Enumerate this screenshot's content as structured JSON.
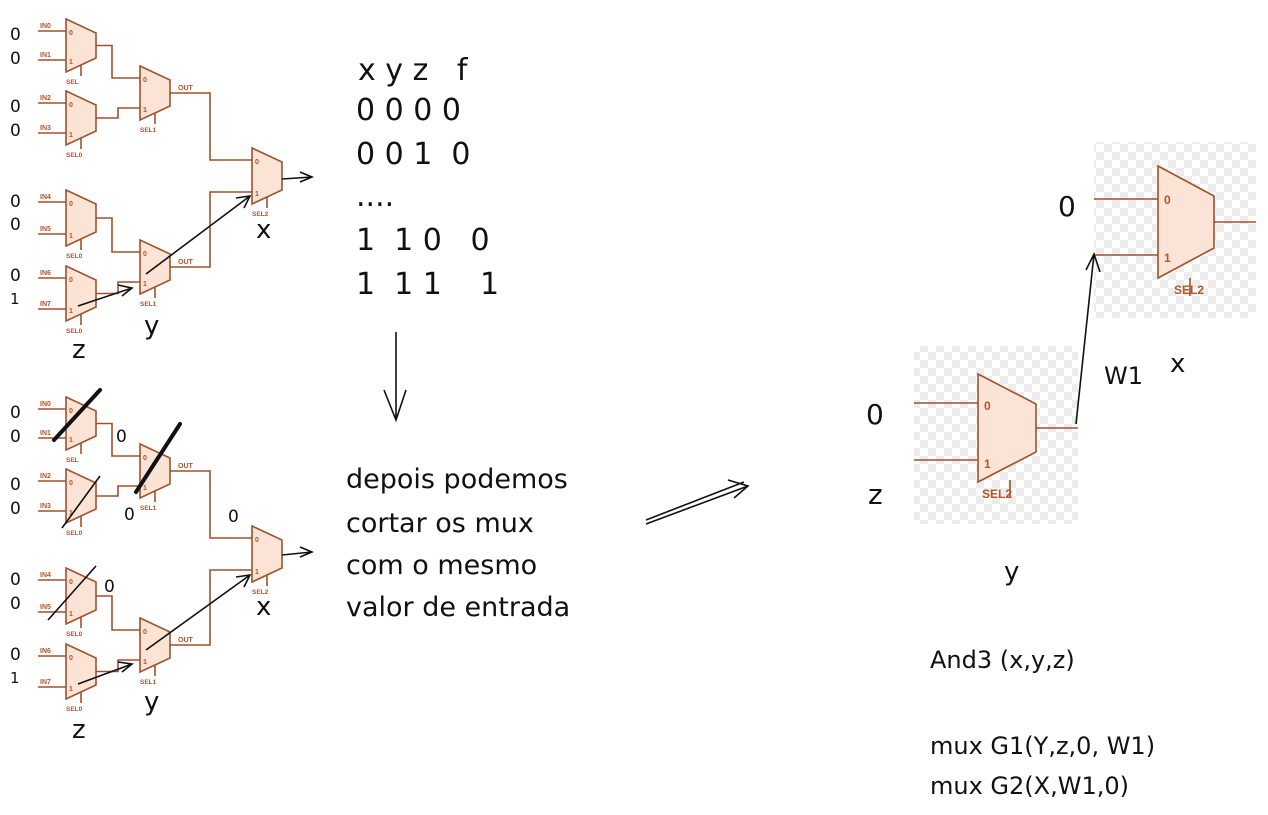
{
  "muxTree": {
    "inputs": [
      "IN0",
      "IN1",
      "IN2",
      "IN3",
      "IN4",
      "IN5",
      "IN6",
      "IN7"
    ],
    "sel0": "SEL0",
    "sel": "SEL",
    "sel1": "SEL1",
    "sel2": "SEL2",
    "out": "OUT",
    "port0": "0",
    "port1": "1"
  },
  "upperTree": {
    "inputValues": [
      "0",
      "0",
      "0",
      "0",
      "0",
      "0",
      "0",
      "1"
    ],
    "labelX": "x",
    "labelY": "y",
    "labelZ": "z"
  },
  "lowerTree": {
    "inputValues": [
      "0",
      "0",
      "0",
      "0",
      "0",
      "0",
      "0",
      "1"
    ],
    "midValues": [
      "0",
      "0",
      "0",
      "0"
    ],
    "labelX": "x",
    "labelY": "y",
    "labelZ": "z"
  },
  "truthTable": {
    "header": "x y z   f",
    "rows": [
      "0 0 0 0",
      "0 0 1  0",
      "....",
      "1  1 0   0",
      "1  1 1    1"
    ]
  },
  "note": {
    "lines": [
      "depois podemos",
      "cortar os mux",
      "com o mesmo",
      "valor de entrada"
    ]
  },
  "rightMuxes": {
    "topIn0": "0",
    "bottomIn0": "0",
    "bottomIn1": "z",
    "labelW1": "W1",
    "labelX": "x",
    "labelY": "y"
  },
  "equations": {
    "and3": "And3 (x,y,z)",
    "g1": "mux G1(Y,z,0, W1)",
    "g2": "mux G2(X,W1,0)"
  }
}
